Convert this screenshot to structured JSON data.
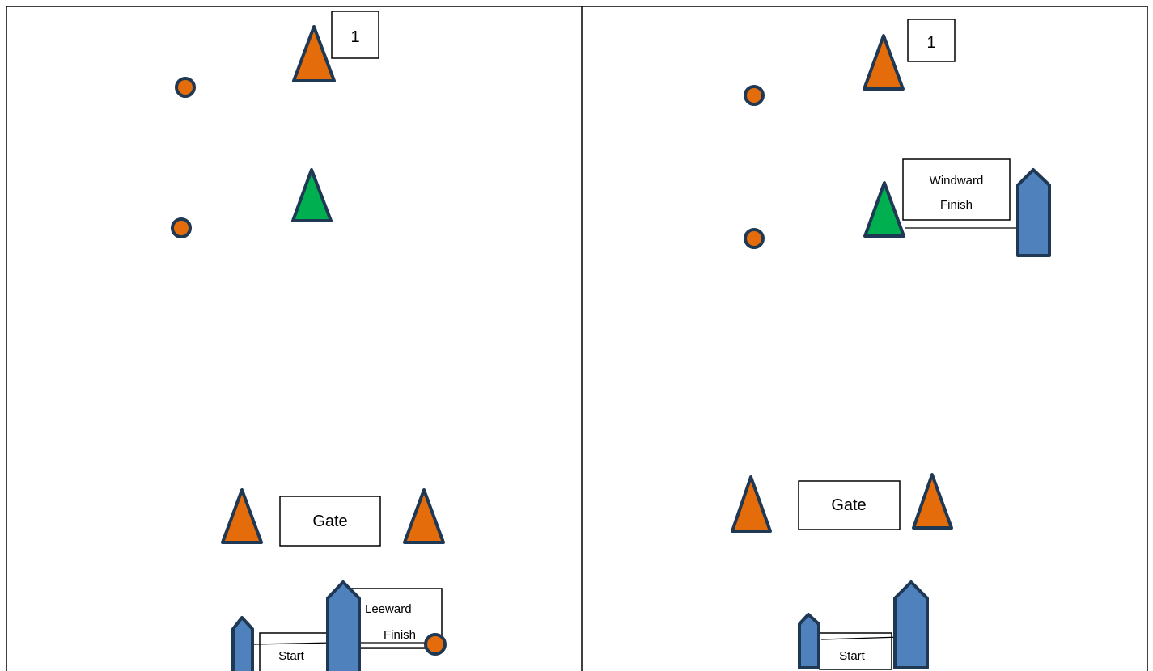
{
  "colors": {
    "mark_orange": "#E46C0A",
    "mark_green": "#00B050",
    "boat_blue": "#4F81BD",
    "outline": "#1F3854",
    "border": "#000000"
  },
  "left_panel": {
    "mark_number_label": "1",
    "gate_label": "Gate",
    "leeward_finish_line1": "Leeward",
    "leeward_finish_line2": "Finish",
    "start_label": "Start"
  },
  "right_panel": {
    "mark_number_label": "1",
    "windward_finish_line1": "Windward",
    "windward_finish_line2": "Finish",
    "gate_label": "Gate",
    "start_label": "Start"
  }
}
